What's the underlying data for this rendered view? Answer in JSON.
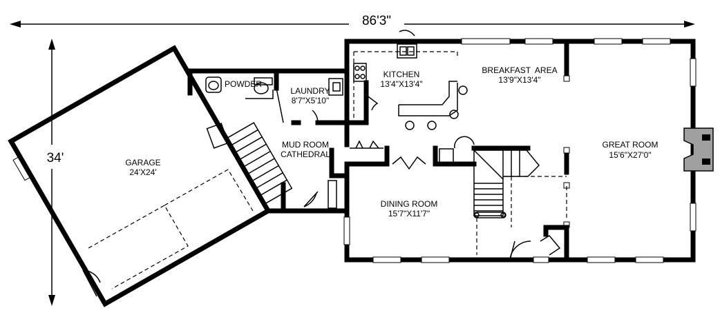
{
  "dimensions": {
    "width": "86'3\"",
    "depth": "34'"
  },
  "rooms": {
    "garage": {
      "name": "GARAGE",
      "size": "24'X24'"
    },
    "powder": {
      "name": "POWDER"
    },
    "laundry": {
      "name": "LAUNDRY",
      "size": "8'7\"X5'10\""
    },
    "kitchen": {
      "name": "KITCHEN",
      "size": "13'4\"X13'4\""
    },
    "breakfast": {
      "name": "BREAKFAST  AREA",
      "size": "13'9\"X13'4\""
    },
    "great_room": {
      "name": "GREAT ROOM",
      "size": "15'6\"X27'0\""
    },
    "mud_room": {
      "name": "MUD ROOM",
      "sub": "CATHEDRAL"
    },
    "dining": {
      "name": "DINING ROOM",
      "size": "15'7\"X11'7\""
    }
  },
  "colors": {
    "wall": "#000000",
    "fireplace": "#a0a0a0"
  }
}
